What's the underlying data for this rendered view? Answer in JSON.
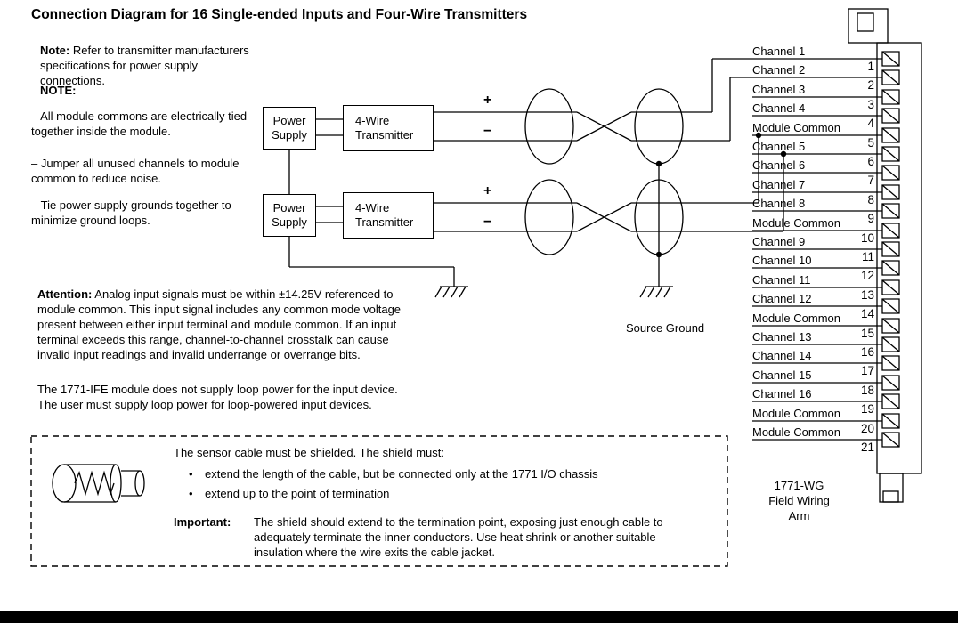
{
  "title": "Connection Diagram for 16 Single-ended Inputs and Four-Wire Transmitters",
  "notes": {
    "note_label": "Note:",
    "note_text": "Refer to transmitter manufacturers specifications for power supply connections.",
    "heading": "NOTE:",
    "item1": "– All module commons are electrically tied together inside the module.",
    "item2": "– Jumper all unused channels to module common to reduce noise.",
    "item3": "– Tie power supply grounds together to minimize ground loops."
  },
  "attention": {
    "label": "Attention:",
    "text": "Analog input signals must be within ±14.25V referenced to module common. This input signal includes any common mode voltage present between either input terminal and module common. If an input terminal exceeds this range, channel-to-channel crosstalk can cause invalid input readings and invalid underrange or overrange bits."
  },
  "loop_note": {
    "line1": "The 1771-IFE module does not supply loop power for the input device.",
    "line2": "The user must supply loop power for loop-powered input devices."
  },
  "blocks": {
    "power_supply": "Power Supply",
    "transmitter": "4-Wire Transmitter",
    "plus": "+",
    "minus": "−",
    "source_ground": "Source Ground"
  },
  "wiring_arm": {
    "line1": "1771-WG",
    "line2": "Field Wiring",
    "line3": "Arm"
  },
  "terminals": {
    "labels": [
      "Channel 1",
      "Channel 2",
      "Channel 3",
      "Channel 4",
      "Module Common",
      "Channel 5",
      "Channel 6",
      "Channel 7",
      "Channel 8",
      "Module Common",
      "Channel 9",
      "Channel 10",
      "Channel 11",
      "Channel 12",
      "Module Common",
      "Channel 13",
      "Channel 14",
      "Channel 15",
      "Channel 16",
      "Module Common",
      "Module Common"
    ],
    "numbers": [
      "1",
      "2",
      "3",
      "4",
      "5",
      "6",
      "7",
      "8",
      "9",
      "10",
      "11",
      "12",
      "13",
      "14",
      "15",
      "16",
      "17",
      "18",
      "19",
      "20",
      "21"
    ]
  },
  "shield_note": {
    "intro": "The sensor cable must be shielded.  The shield must:",
    "bullet": "•",
    "bullet1": "extend the length of the cable, but be connected only at the 1771 I/O chassis",
    "bullet2": "extend up to the point of termination",
    "important_label": "Important:",
    "important_text": "The shield should extend to the termination point, exposing just enough cable to adequately terminate the inner conductors.  Use heat shrink or another suitable insulation where the wire exits the cable jacket."
  }
}
